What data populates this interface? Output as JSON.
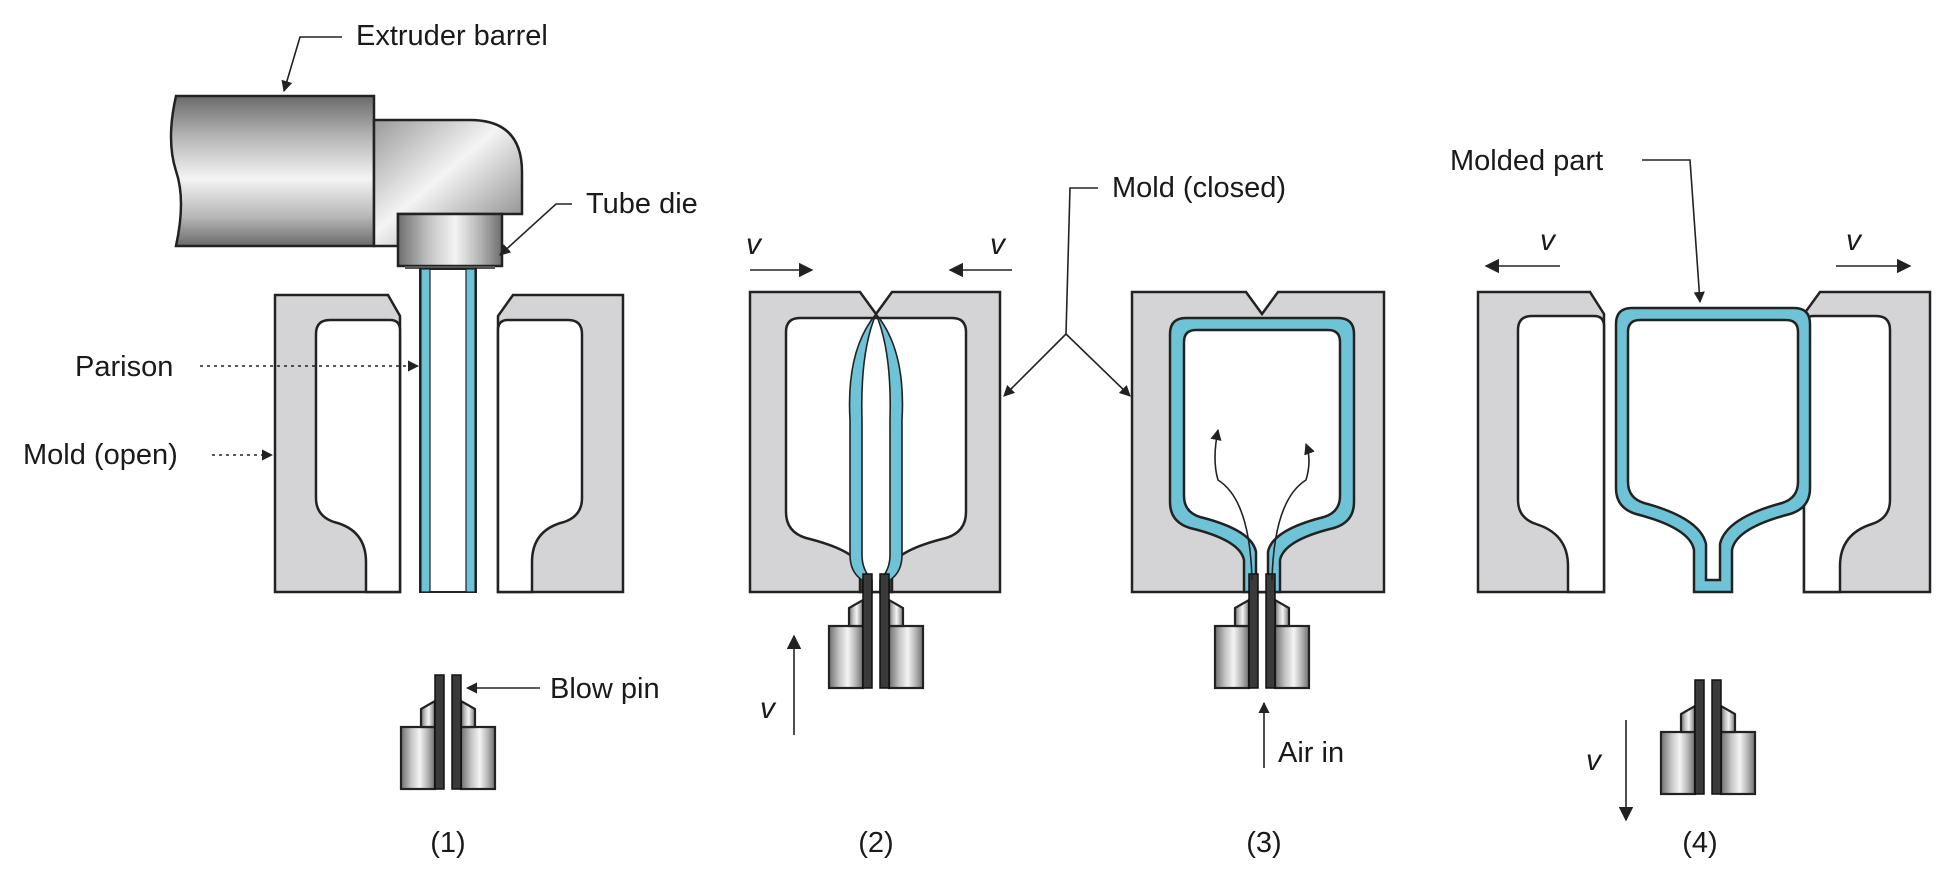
{
  "labels": {
    "extruder_barrel": "Extruder barrel",
    "tube_die": "Tube die",
    "parison": "Parison",
    "mold_open": "Mold (open)",
    "blow_pin": "Blow pin",
    "mold_closed": "Mold (closed)",
    "air_in": "Air in",
    "molded_part": "Molded part"
  },
  "steps": [
    "(1)",
    "(2)",
    "(3)",
    "(4)"
  ],
  "velocity_symbol": "v",
  "colors": {
    "parison": "#6fc3d6",
    "mold": "#d4d4d6",
    "outline": "#222222",
    "metal_dark": "#7a7a7a",
    "metal_light": "#f2f2f2"
  }
}
